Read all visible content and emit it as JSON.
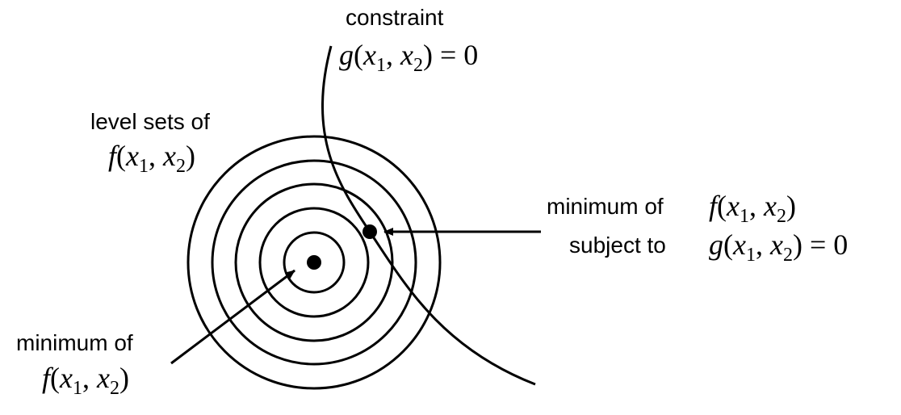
{
  "labels": {
    "constraint_title": "constraint",
    "constraint_expr": {
      "fn": "g",
      "x": "x",
      "sub1": "1",
      "sub2": "2",
      "rhs": "0"
    },
    "level_sets_title": "level sets of",
    "level_sets_expr": {
      "fn": "f",
      "x": "x",
      "sub1": "1",
      "sub2": "2"
    },
    "constrained_min_line1": "minimum of",
    "constrained_min_expr1": {
      "fn": "f",
      "x": "x",
      "sub1": "1",
      "sub2": "2"
    },
    "constrained_min_line2": "subject to",
    "constrained_min_expr2": {
      "fn": "g",
      "x": "x",
      "sub1": "1",
      "sub2": "2",
      "rhs": "0"
    },
    "unconstrained_min_line1": "minimum of",
    "unconstrained_min_expr": {
      "fn": "f",
      "x": "x",
      "sub1": "1",
      "sub2": "2"
    }
  },
  "diagram": {
    "level_set_count": 5,
    "stroke_color": "#000000",
    "point_color": "#000000"
  }
}
